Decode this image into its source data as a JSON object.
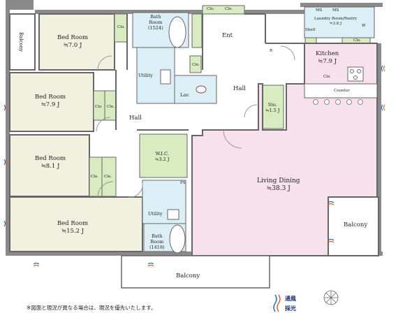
{
  "rooms": {
    "bed1": {
      "name": "Bed Room",
      "size": "≒7.0 J"
    },
    "bed2": {
      "name": "Bed Room",
      "size": "≒7.9 J"
    },
    "bed3": {
      "name": "Bed Room",
      "size": "≒8.1 J"
    },
    "bed4": {
      "name": "Bed Room",
      "size": "≒15.2 J"
    },
    "bath1": {
      "name": "Bath",
      "name2": "Room",
      "dim": "(1524)"
    },
    "bath2": {
      "name": "Bath",
      "name2": "Room",
      "dim": "(1418)"
    },
    "utility1": "Utility",
    "utility2": "Utility",
    "lav": "Lav.",
    "ent": "Ent",
    "hall_left": "Hall",
    "hall_center": "Hall",
    "laundry": {
      "name": "Laundry Room/Pantry",
      "size": "≒3.8 J"
    },
    "kitchen": {
      "name": "Kitchen",
      "size": "≒7.9 J"
    },
    "counter": "Counter",
    "sto": {
      "name": "Sto.",
      "size": "≒1.5 J"
    },
    "wic": {
      "name": "W.I.C.",
      "size": "≒3.2 J"
    },
    "living": {
      "name": "Living Dining",
      "size": "≒38.3 J"
    },
    "balcony_left": "Balcony",
    "balcony_right": "Balcony",
    "balcony_bottom": "Balcony"
  },
  "marks": {
    "clo": "Clo.",
    "shelf": "Shelf",
    "r": "R",
    "w": "W",
    "ps": "PS",
    "ms": "MS"
  },
  "legend": {
    "line1": "通風",
    "line2": "採光"
  },
  "note": "※図面と現況が異なる場合は、現況を優先いたします。",
  "colors": {
    "bedroom": "#f2f0df",
    "wet": "#dceff7",
    "storage": "#d9ebc0",
    "living": "#f6e1ec",
    "hall": "#ffffff",
    "wall": "#7a7a7a",
    "balcony": "#ffffff"
  }
}
